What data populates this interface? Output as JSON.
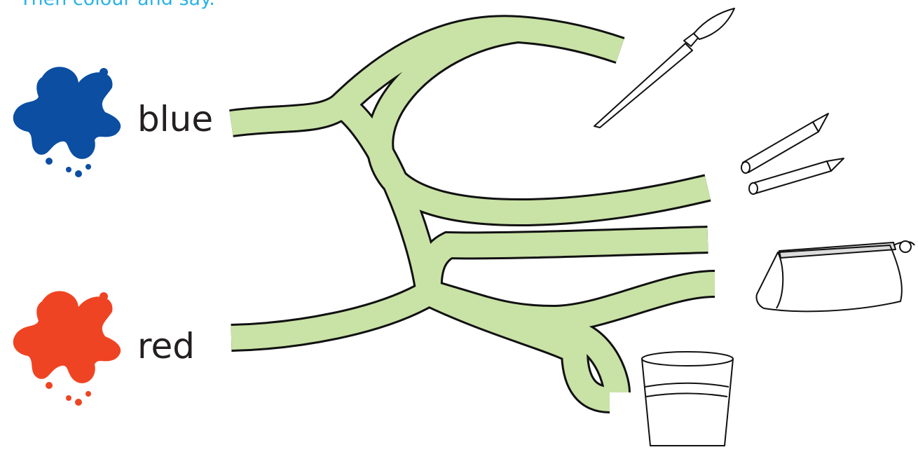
{
  "worksheet": {
    "instruction": "Then colour and say.",
    "labels": [
      "blue",
      "red"
    ]
  },
  "colors": {
    "blue_splat": "#0b4ea2",
    "red_splat": "#ef4423",
    "path_fill": "#c9e2a6",
    "outline": "#111111",
    "instruction_text": "#2bb3e6"
  },
  "icons": [
    "blue-paint-splat-icon",
    "red-paint-splat-icon",
    "paintbrush-icon",
    "crayons-icon",
    "pencil-case-icon",
    "water-cup-icon"
  ]
}
